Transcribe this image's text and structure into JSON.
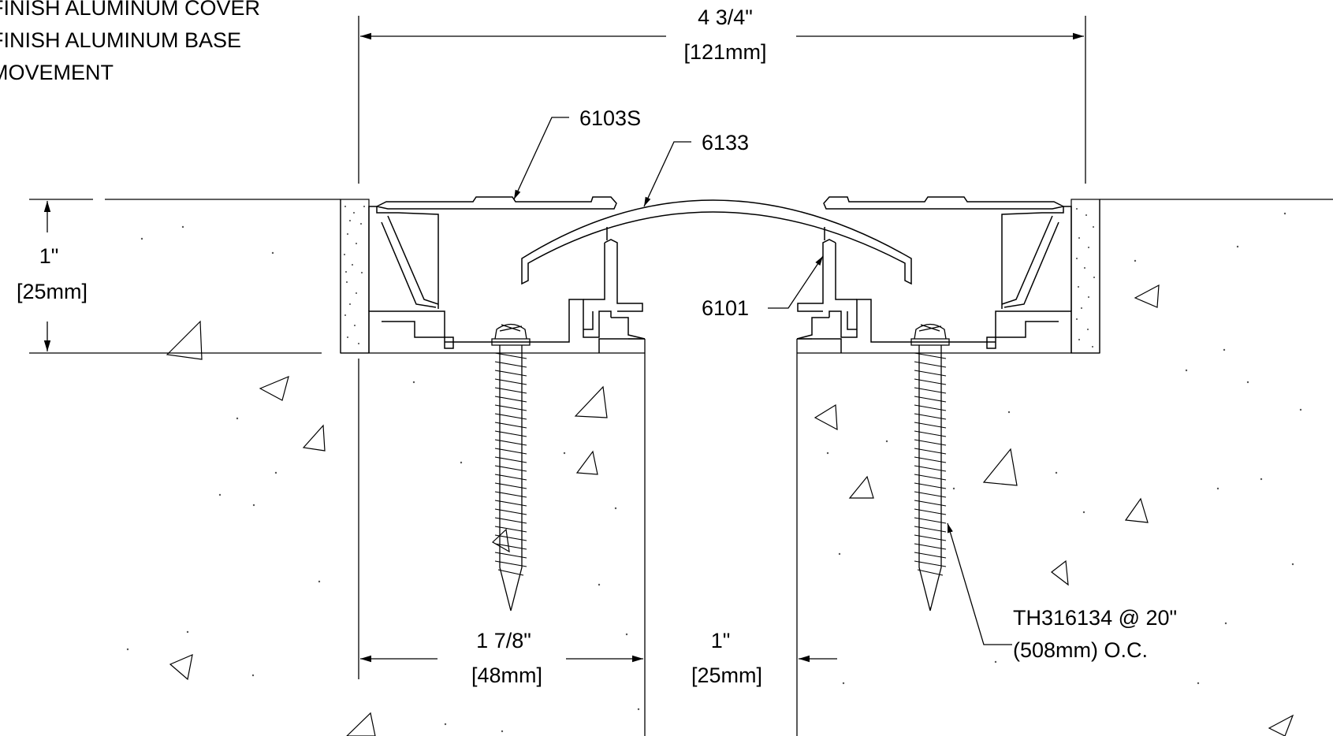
{
  "notes": [
    "FINISH ALUMINUM COVER",
    "FINISH ALUMINUM BASE",
    "MOVEMENT"
  ],
  "dimensions": {
    "overall_width": {
      "imperial": "4 3/4\"",
      "metric": "[121mm]"
    },
    "depth": {
      "imperial": "1\"",
      "metric": "[25mm]"
    },
    "flange": {
      "imperial": "1 7/8\"",
      "metric": "[48mm]"
    },
    "gap": {
      "imperial": "1\"",
      "metric": "[25mm]"
    }
  },
  "callouts": {
    "cover_plate": "6103S",
    "arched_cover": "6133",
    "base_frame": "6101",
    "anchor_line1": "TH316134 @ 20\"",
    "anchor_line2": "(508mm) O.C."
  },
  "colors": {
    "line": "#000000",
    "background": "#ffffff",
    "stipple": "#555555"
  }
}
